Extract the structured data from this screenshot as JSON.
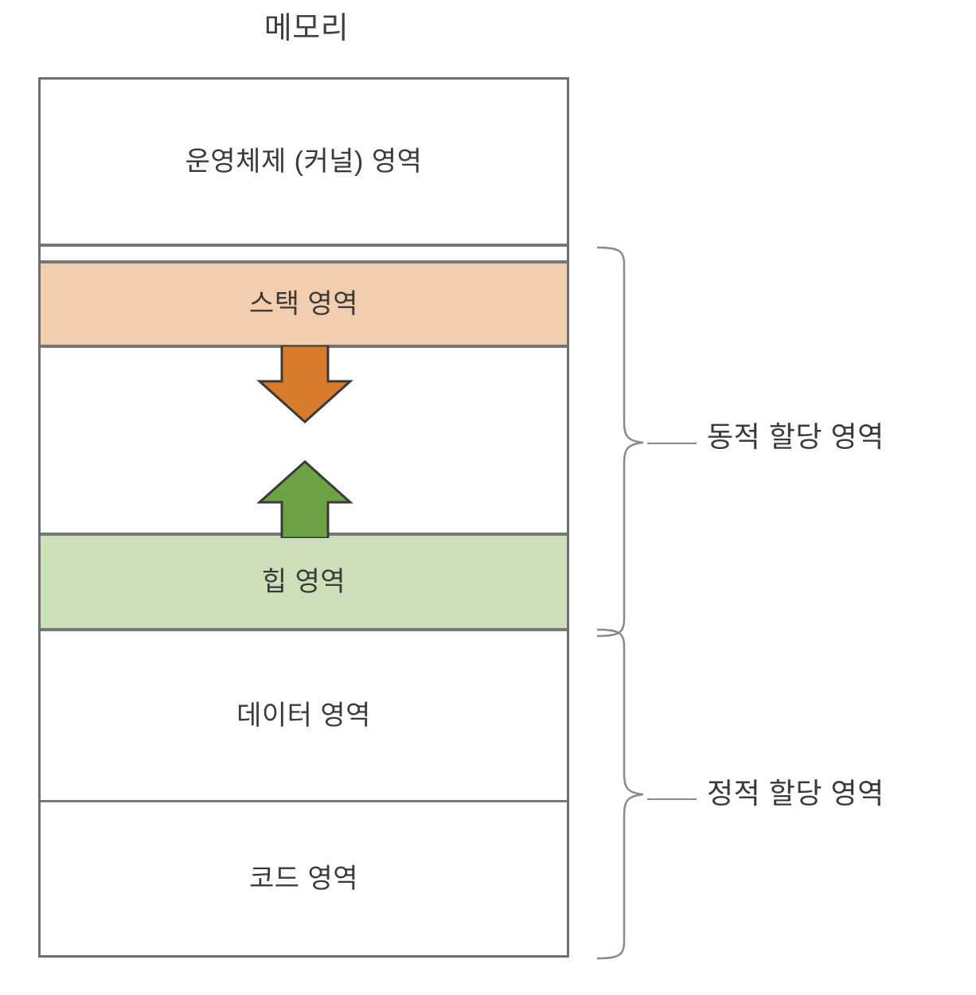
{
  "diagram": {
    "title": "메모리",
    "type": "memory-layout",
    "orientation": "high-address-top"
  },
  "segments": [
    {
      "id": "kernel",
      "label": "운영체제 (커널) 영역",
      "fill": "#ffffff"
    },
    {
      "id": "gap",
      "label": "",
      "fill": "#ffffff"
    },
    {
      "id": "stack",
      "label": "스택 영역",
      "fill": "#f2cdae"
    },
    {
      "id": "free",
      "label": "",
      "fill": "#ffffff"
    },
    {
      "id": "heap",
      "label": "힙 영역",
      "fill": "#cddfb8"
    },
    {
      "id": "data",
      "label": "데이터 영역",
      "fill": "#ffffff"
    },
    {
      "id": "code",
      "label": "코드 영역",
      "fill": "#ffffff"
    }
  ],
  "arrows": [
    {
      "id": "stack-growth",
      "direction": "down",
      "fill": "#d97b2c",
      "stroke": "#3a3a3a",
      "meaning": "스택은 아래로 자란다"
    },
    {
      "id": "heap-growth",
      "direction": "up",
      "fill": "#6da344",
      "stroke": "#3a3a3a",
      "meaning": "힙은 위로 자란다"
    }
  ],
  "braces": [
    {
      "id": "dynamic",
      "label": "동적 할당 영역",
      "covers": [
        "stack",
        "free",
        "heap"
      ]
    },
    {
      "id": "static",
      "label": "정적 할당 영역",
      "covers": [
        "data",
        "code"
      ]
    }
  ],
  "colors": {
    "outline": "#6e6e6e",
    "divider": "#767676",
    "text": "#3a3a3a",
    "stack_fill": "#f2cdae",
    "heap_fill": "#cddfb8",
    "stack_arrow": "#d97b2c",
    "heap_arrow": "#6da344",
    "brace": "#8a8a8a",
    "background": "#ffffff"
  }
}
